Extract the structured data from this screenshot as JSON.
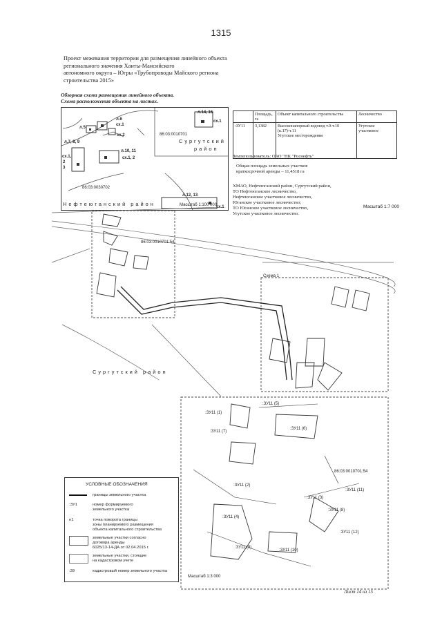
{
  "page_number": "1315",
  "title_lines": [
    "Проект межевания территории для размещения линейного объекта",
    "регионального значения Ханты-Мансийского",
    "автономного округа – Югры «Трубопроводы Майского региона",
    "строительства 2015»"
  ],
  "subtitle_lines": [
    "Обзорная схема размещения линейного объекта.",
    "Схема расположения объекта на листах."
  ],
  "overview": {
    "sheet_labels": [
      "л.6",
      "сх.1",
      "л.5",
      "сх.2",
      "л.7, 8, 9",
      "сх.1,",
      "2",
      "3",
      "л.10, 11",
      "сх.1, 2",
      "л.14, 15",
      "сх.1",
      "л.12, 13",
      "сх.1"
    ],
    "cadastral_1": "86:03:0010701",
    "cadastral_2": "86:03:0030702",
    "region_surgut_1": "Сургутский",
    "region_surgut_2": "район",
    "region_nefte": "Нефтеюганский район",
    "scale": "Масштаб 1:100 000"
  },
  "table": {
    "headers": [
      "",
      "Площадь, га",
      "Объект капитального строительства",
      "Лесничество"
    ],
    "row": {
      "id": ":ЗУ11",
      "area": "3,1382",
      "object_lines": [
        "Высоконапорный водовод т.9-т.10",
        "(к.17)-т.11",
        "Угутское месторождение"
      ],
      "forestry_lines": [
        "Угутское",
        "участковое"
      ]
    }
  },
  "info": {
    "land_user": "Землепользователь: ОАО \"НК \"Роснефть\"",
    "area_lines": [
      "Общая площадь земельных участков",
      "краткосрочной аренды – 11,4518 га"
    ],
    "location_lines": [
      "ХМАО, Нефтеюганский район, Сургутский район,",
      "ТО Нефтеюганское лесничество,",
      "Нефтеюганское участковое лесничество,",
      "Юганское участковое лесничество;",
      "ТО Юганское участковое лесничество,",
      "Угутское участковое лесничество."
    ],
    "scale": "Масштаб 1:7 000"
  },
  "map": {
    "cadastral": "86:03:0010701:54",
    "scheme_label": "Схема 1",
    "region": "Сургутский район"
  },
  "detail": {
    "cadastral": "86:03:0010701:54",
    "parcels": [
      ":ЗУ11 (1)",
      ":ЗУ11 (5)",
      ":ЗУ11 (6)",
      ":ЗУ11 (7)",
      ":ЗУ11 (2)",
      ":ЗУ11 (4)",
      ":ЗУ11 (8)",
      ":ЗУ11 (10)",
      ":ЗУ11 (9)",
      ":ЗУ11 (11)",
      ":ЗУ11 (12)",
      ":ЗУ11 (3)"
    ],
    "scale": "Масштаб 1:3 000"
  },
  "legend": {
    "title": "УСЛОВНЫЕ ОБОЗНАЧЕНИЯ",
    "items": [
      {
        "symbol": "",
        "text": [
          "границы земельного участка"
        ]
      },
      {
        "symbol": ":ЗУ1",
        "text": [
          "номер формируемого",
          "земельного участка"
        ]
      },
      {
        "symbol": "н1",
        "text": [
          "точка поворота границы",
          "зоны планируемого размещения",
          "объекта капитального строительства"
        ]
      },
      {
        "symbol": "",
        "text": [
          "земельные участки согласно",
          "договора аренды",
          "6025/13-14-ДА от 02.04.2015 г."
        ]
      },
      {
        "symbol": "",
        "text": [
          "земельные участки, стоящие",
          "на кадастровом учете"
        ]
      },
      {
        "symbol": ":39",
        "text": [
          "кадастровый номер земельного участка"
        ]
      }
    ]
  },
  "footer": "Лист 14 из 15"
}
